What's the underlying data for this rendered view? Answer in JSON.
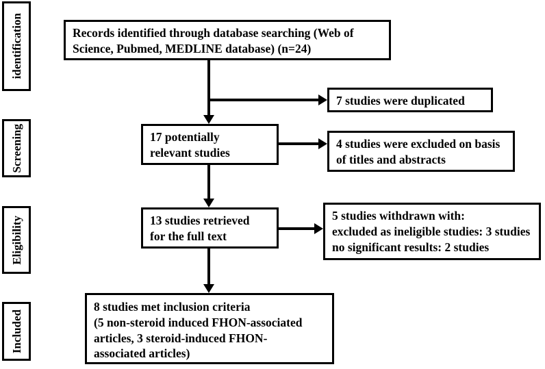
{
  "diagram": {
    "type": "prisma-flow-diagram",
    "title": "",
    "colors": {
      "stroke": "#000000",
      "background": "#ffffff",
      "text": "#000000"
    },
    "stages": [
      {
        "id": "identification",
        "label": "identification"
      },
      {
        "id": "screening",
        "label": "Screening"
      },
      {
        "id": "eligibility",
        "label": "Eligibility"
      },
      {
        "id": "included",
        "label": "Included"
      }
    ],
    "main_boxes": [
      {
        "id": "records-identified",
        "text": "Records identified  through database searching (Web of\nScience, Pubmed, MEDLINE database) (n=24)",
        "count": 24
      },
      {
        "id": "potentially-relevant",
        "text": "17 potentially\nrelevant studies",
        "count": 17
      },
      {
        "id": "full-text-retrieved",
        "text": "13 studies retrieved\nfor the full text",
        "count": 13
      },
      {
        "id": "included-studies",
        "text": "8 studies met inclusion  criteria\n(5 non-steroid induced FHON-associated\narticles, 3 steroid-induced FHON-\nassociated articles)",
        "count": 8
      }
    ],
    "exclusion_boxes": [
      {
        "id": "duplicates",
        "text": "7 studies were duplicated",
        "count": 7
      },
      {
        "id": "excluded-titles-abstracts",
        "text": "4 studies were excluded on basis\nof titles and abstracts",
        "count": 4
      },
      {
        "id": "withdrawn",
        "text": "5 studies withdrawn  with:\nexcluded as ineligible studies: 3 studies\nno significant results: 2 studies",
        "count": 5
      }
    ]
  }
}
